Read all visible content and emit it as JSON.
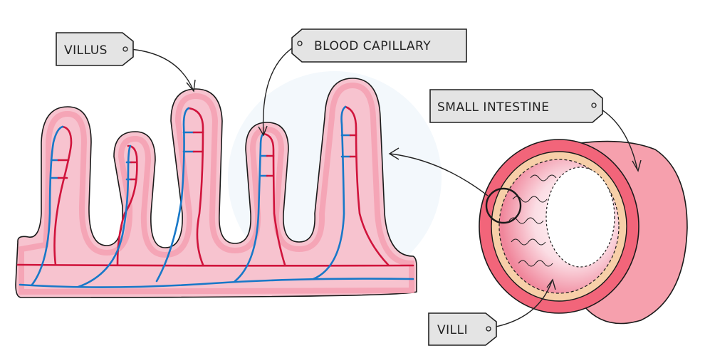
{
  "diagram": {
    "subject": "Villi of the small intestine",
    "labels": {
      "villus": "VILLUS",
      "blood_capillary": "BLOOD  CAPILLARY",
      "small_intestine": "SMALL  INTESTINE",
      "villi": "VILLI"
    },
    "colors": {
      "villus_fill": "#f7c3cf",
      "villus_edge": "#f4a2b2",
      "artery": "#d0143c",
      "vein": "#1878c8",
      "intestine_wall": "#f2657a",
      "intestine_outer": "#f6a0ad",
      "mucosa": "#f7cfa8",
      "tag_fill": "#e4e4e4"
    }
  }
}
